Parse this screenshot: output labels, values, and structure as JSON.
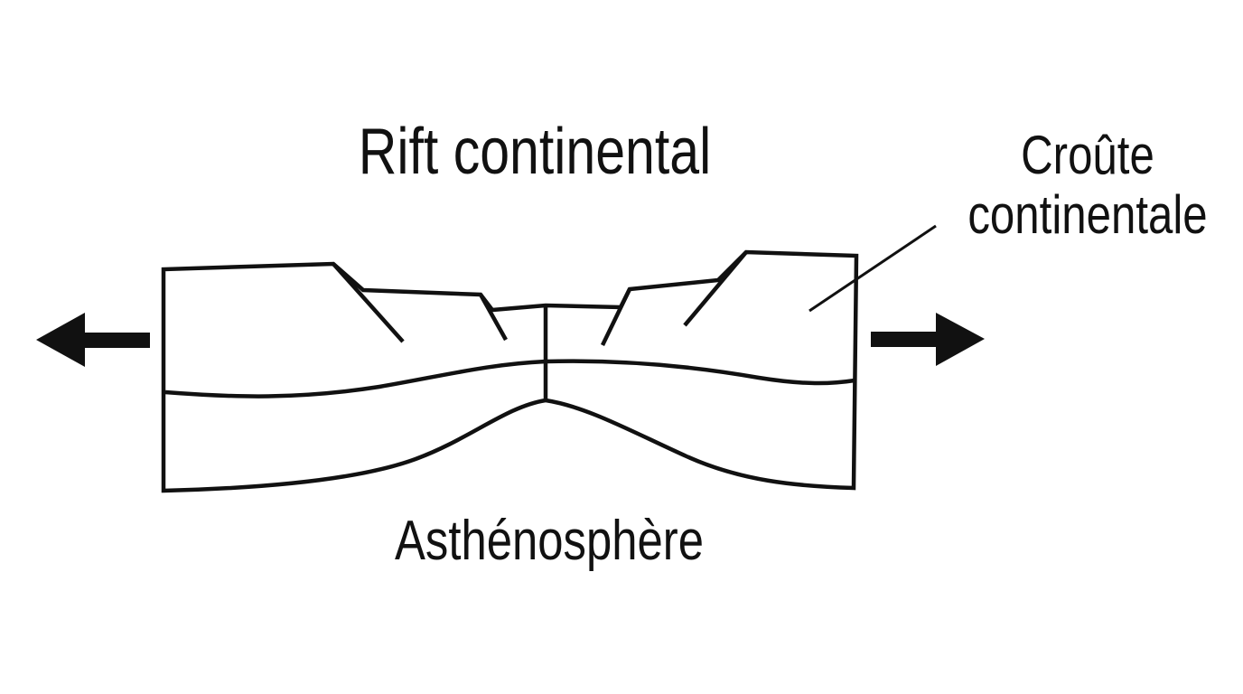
{
  "title": "Rift continental",
  "labels": {
    "crust_line1": "Croûte",
    "crust_line2": "continentale",
    "asthenosphere": "Asthénosphère"
  },
  "colors": {
    "ink": "#111111",
    "background": "#ffffff"
  },
  "icons": {
    "left": "arrow-left-icon",
    "right": "arrow-right-icon"
  }
}
